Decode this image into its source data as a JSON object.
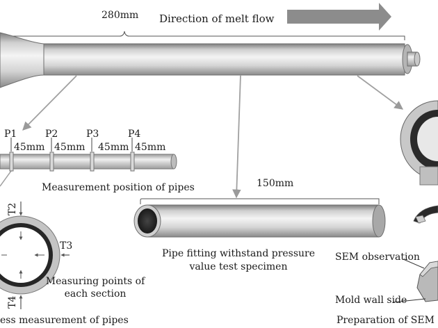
{
  "top": {
    "length_label": "280mm",
    "flow_label": "Direction of melt flow"
  },
  "positions": {
    "points": [
      "P1",
      "P2",
      "P3",
      "P4"
    ],
    "spacings": [
      "45mm",
      "45mm",
      "45mm",
      "45mm"
    ],
    "caption": "Measurement position of pipes"
  },
  "section": {
    "points": [
      "T2",
      "T3",
      "T4"
    ],
    "caption_line1": "Measuring points of",
    "caption_line2": "each section",
    "bottom_caption": "ess measurement of pipes"
  },
  "specimen": {
    "length_label": "150mm",
    "caption_line1": "Pipe fitting withstand pressure",
    "caption_line2": "value test specimen"
  },
  "sem": {
    "observation_label": "SEM observation",
    "mold_wall_label": "Mold wall side",
    "preparation_label": "Preparation of SEM o"
  },
  "colors": {
    "pipe_dark": "#8a8a8a",
    "pipe_light": "#f2f2f2",
    "arrow": "#8c8c8c",
    "leader": "#9a9a9a",
    "text": "#1a1a1a"
  }
}
